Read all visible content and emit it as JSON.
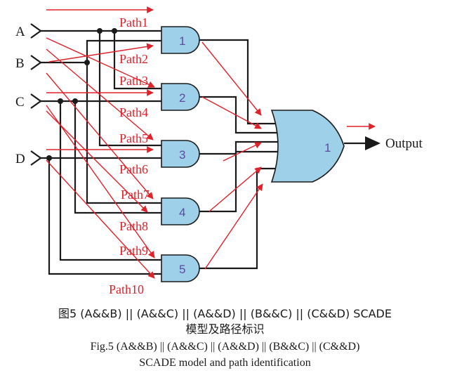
{
  "inputs": [
    "A",
    "B",
    "C",
    "D"
  ],
  "and_gates": [
    "1",
    "2",
    "3",
    "4",
    "5"
  ],
  "or_gate": "1",
  "output_label": "Output",
  "paths": [
    "Path1",
    "Path2",
    "Path3",
    "Path4",
    "Path5",
    "Path6",
    "Path7",
    "Path8",
    "Path9",
    "Path10"
  ],
  "caption": {
    "cn_line1": "图5    (A&&B) || (A&&C) || (A&&D) || (B&&C) || (C&&D) SCADE",
    "cn_line2": "模型及路径标识",
    "en_line1": "Fig.5     (A&&B) || (A&&C) || (A&&D) || (B&&C) || (C&&D)",
    "en_line2": "SCADE model and path identification"
  },
  "colors": {
    "gate_fill": "#9fd0ea",
    "path_color": "#e0222b",
    "wire_color": "#1a1a1a"
  }
}
